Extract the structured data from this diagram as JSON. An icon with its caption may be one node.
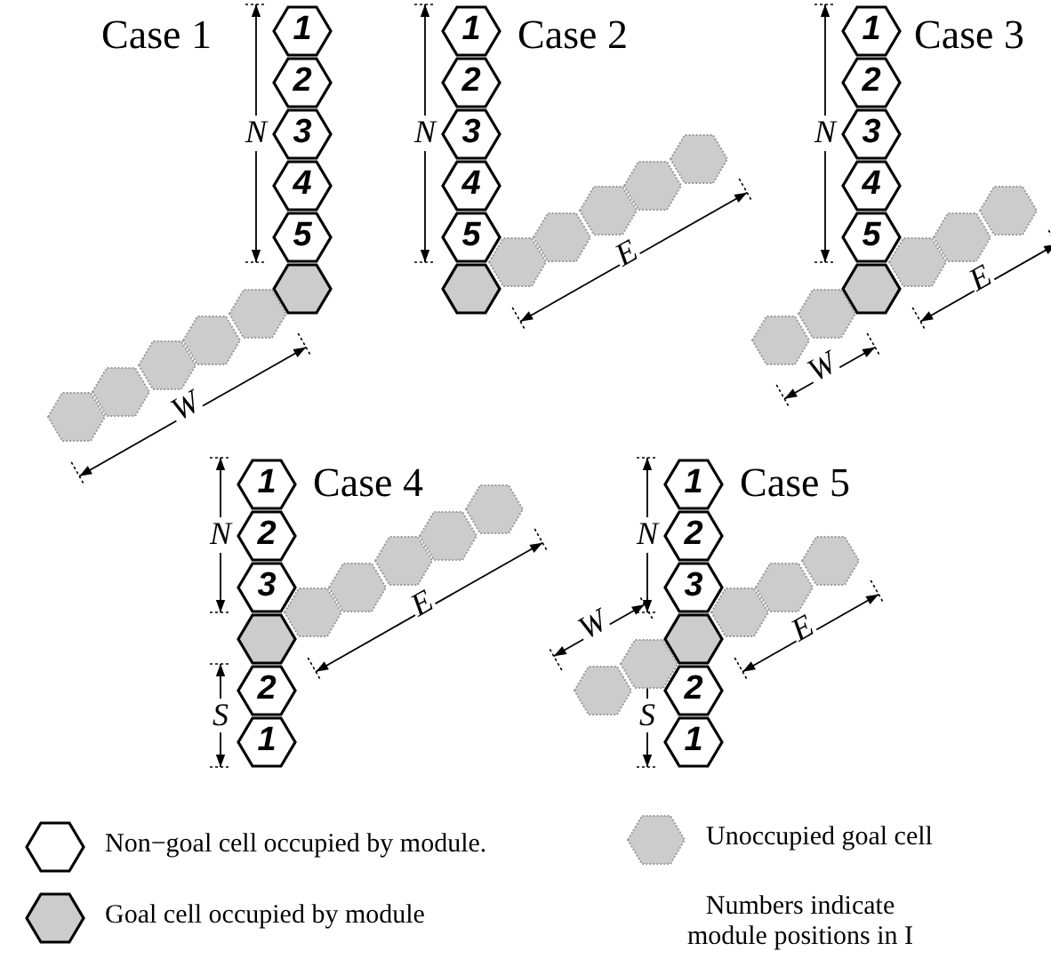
{
  "diagram": {
    "nodes": [
      {
        "text": [
          "1"
        ]
      },
      {
        "text": [
          "2"
        ]
      },
      {
        "text": [
          "3"
        ]
      },
      {
        "text": [
          "4"
        ]
      },
      {
        "text": [
          "5"
        ]
      },
      {
        "text": [],
        "shape": "hexagon"
      },
      {
        "text": [],
        "shape": "hexagon"
      },
      {
        "text": [],
        "shape": "hexagon"
      },
      {
        "text": [],
        "shape": "hexagon"
      },
      {
        "text": [],
        "shape": "hexagon"
      },
      {
        "text": [],
        "shape": "hexagon"
      },
      {
        "text": [
          "1"
        ]
      },
      {
        "text": [
          "2"
        ]
      },
      {
        "text": [
          "3"
        ]
      },
      {
        "text": [
          "4"
        ]
      },
      {
        "text": [
          "5"
        ]
      },
      {
        "text": [],
        "shape": "hexagon"
      },
      {
        "text": [],
        "shape": "hexagon"
      },
      {
        "text": [],
        "shape": "hexagon"
      },
      {
        "text": [],
        "shape": "hexagon"
      },
      {
        "text": [],
        "shape": "hexagon"
      },
      {
        "text": [],
        "shape": "hexagon"
      },
      {
        "text": [
          "1"
        ]
      },
      {
        "text": [
          "2"
        ]
      },
      {
        "text": [
          "3"
        ]
      },
      {
        "text": [
          "4"
        ]
      },
      {
        "text": [
          "5"
        ]
      },
      {
        "text": [],
        "shape": "hexagon"
      },
      {
        "text": [],
        "shape": "hexagon"
      },
      {
        "text": [],
        "shape": "hexagon"
      },
      {
        "text": [],
        "shape": "hexagon"
      },
      {
        "text": [],
        "shape": "hexagon"
      },
      {
        "text": [],
        "shape": "hexagon"
      },
      {
        "text": [
          "1"
        ]
      },
      {
        "text": [
          "2"
        ]
      },
      {
        "text": [
          "3"
        ]
      },
      {
        "text": [],
        "shape": "hexagon"
      },
      {
        "text": [
          "2"
        ]
      },
      {
        "text": [
          "1"
        ]
      },
      {
        "text": [],
        "shape": "hexagon"
      },
      {
        "text": [],
        "shape": "hexagon"
      },
      {
        "text": [],
        "shape": "hexagon"
      },
      {
        "text": [],
        "shape": "hexagon"
      },
      {
        "text": [],
        "shape": "hexagon"
      },
      {
        "text": [
          "1"
        ]
      },
      {
        "text": [
          "2"
        ]
      },
      {
        "text": [
          "3"
        ]
      },
      {
        "text": [],
        "shape": "hexagon"
      },
      {
        "text": [
          "2"
        ]
      },
      {
        "text": [
          "1"
        ]
      },
      {
        "text": [],
        "shape": "hexagon"
      },
      {
        "text": [],
        "shape": "hexagon"
      },
      {
        "text": [],
        "shape": "hexagon"
      },
      {
        "text": [],
        "shape": "hexagon"
      },
      {
        "text": [],
        "shape": "hexagon"
      }
    ],
    "labels": [
      "Case 1",
      "N",
      "W",
      "Case 2",
      "N",
      "E",
      "Case 3",
      "N",
      "E",
      "W",
      "Case 4",
      "N",
      "E",
      "S",
      "Case 5",
      "N",
      "W",
      "E",
      "S",
      "Numbers indicate module positions in I"
    ],
    "legend": [
      {
        "text": "Non−goal cell occupied by module."
      },
      {
        "text": "Unoccupied goal cell",
        "color": "#cccccc"
      },
      {
        "text": "Goal cell occupied by module",
        "color": "#cccccc"
      }
    ]
  }
}
